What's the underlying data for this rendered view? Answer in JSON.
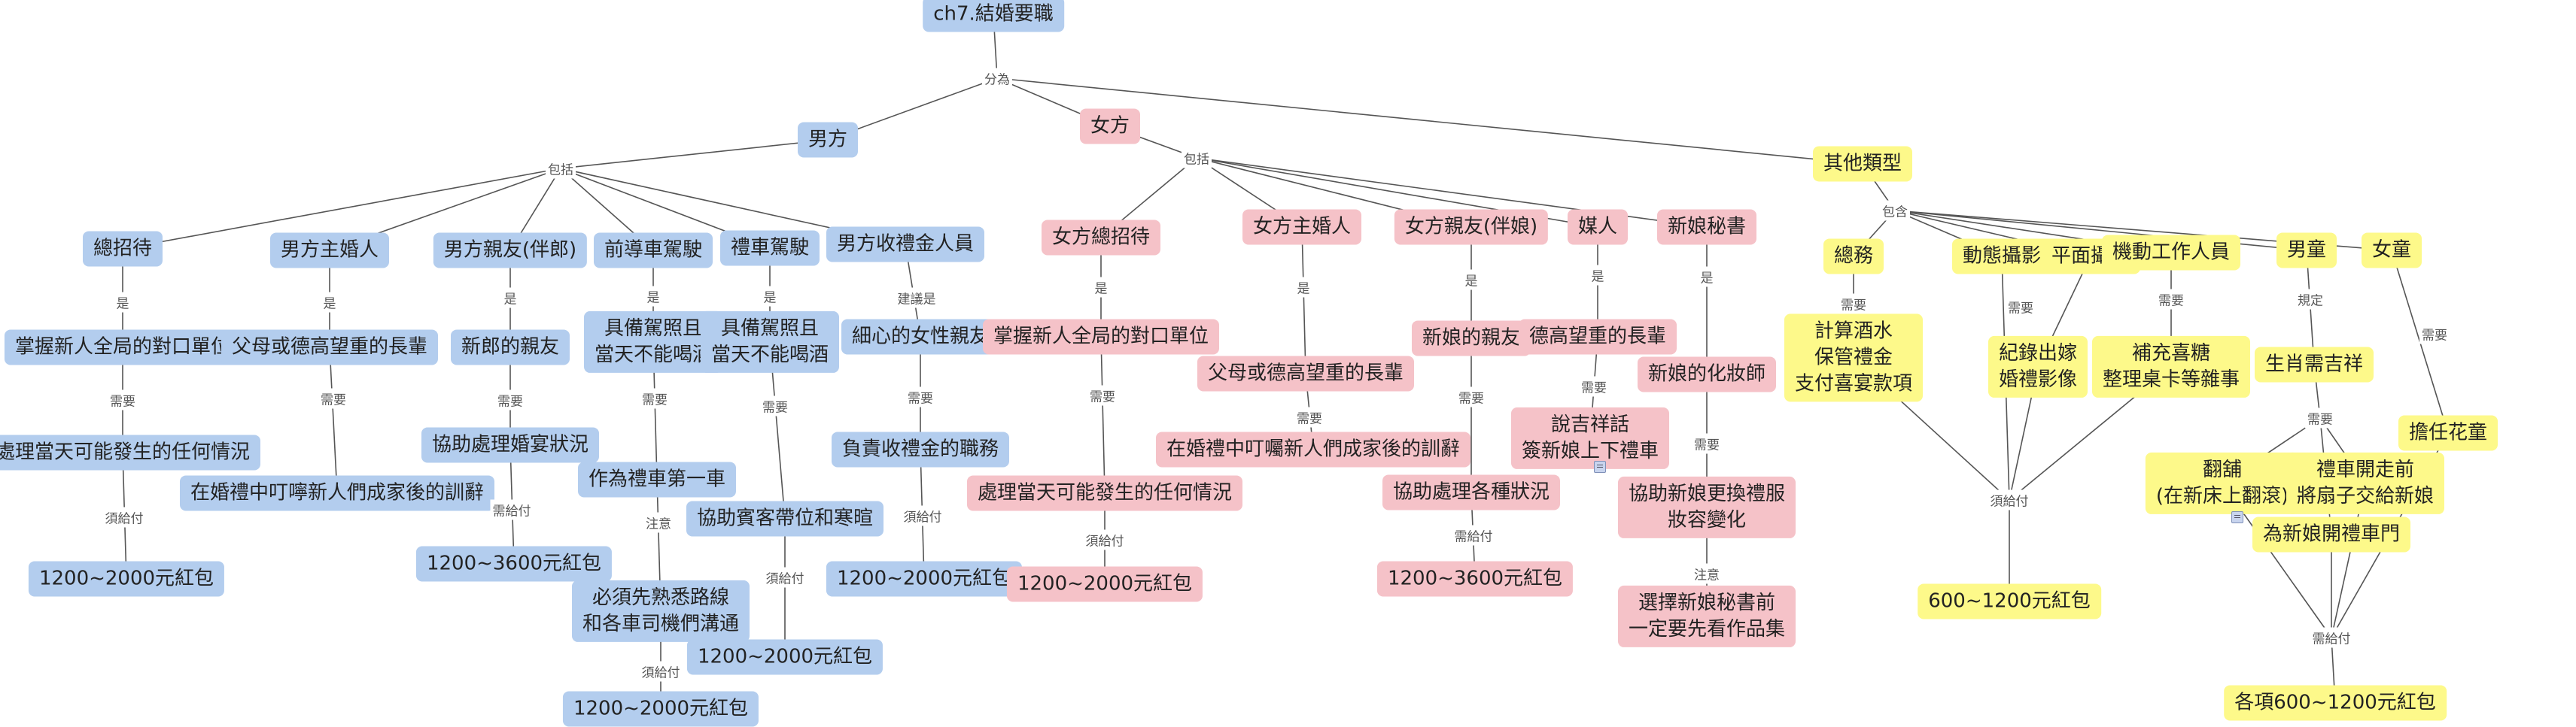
{
  "root": "ch7.結婚要職",
  "labels": {
    "divide": "分為",
    "include": "包括",
    "include2": "包含",
    "is": "是",
    "need": "需要",
    "must_pay": "須給付",
    "need_pay": "需給付",
    "note": "注意",
    "suggest_is": "建議是",
    "rule": "規定"
  },
  "groom": {
    "title": "男方",
    "roles": {
      "host": {
        "name": "總招待",
        "desc": "掌握新人全局的對口單位",
        "need": "處理當天可能發生的任何情況",
        "pay": "1200~2000元紅包"
      },
      "elder": {
        "name": "男方主婚人",
        "desc": "父母或德高望重的長輩",
        "need": "在婚禮中叮嚀新人們成家後的訓辭"
      },
      "bestman": {
        "name": "男方親友(伴郎)",
        "desc": "新郎的親友",
        "need": "協助處理婚宴狀況",
        "pay": "1200~3600元紅包"
      },
      "lead_driver": {
        "name": "前導車駕駛",
        "desc1": "具備駕照且",
        "desc2": "當天不能喝酒",
        "need": "作為禮車第一車",
        "note1": "必須先熟悉路線",
        "note2": "和各車司機們溝通",
        "pay": "1200~2000元紅包"
      },
      "car_driver": {
        "name": "禮車駕駛",
        "desc1": "具備駕照且",
        "desc2": "當天不能喝酒",
        "need": "協助賓客帶位和寒暄",
        "pay": "1200~2000元紅包"
      },
      "cashier": {
        "name": "男方收禮金人員",
        "desc": "細心的女性親友",
        "need": "負責收禮金的職務",
        "pay": "1200~2000元紅包"
      }
    }
  },
  "bride": {
    "title": "女方",
    "roles": {
      "host": {
        "name": "女方總招待",
        "desc": "掌握新人全局的對口單位",
        "need": "處理當天可能發生的任何情況",
        "pay": "1200~2000元紅包"
      },
      "elder": {
        "name": "女方主婚人",
        "desc": "父母或德高望重的長輩",
        "need": "在婚禮中叮囑新人們成家後的訓辭"
      },
      "bridesmaid": {
        "name": "女方親友(伴娘)",
        "desc": "新娘的親友",
        "need": "協助處理各種狀況",
        "pay": "1200~3600元紅包"
      },
      "matchmaker": {
        "name": "媒人",
        "desc": "德高望重的長輩",
        "need1": "說吉祥話",
        "need2": "簽新娘上下禮車"
      },
      "stylist": {
        "name": "新娘秘書",
        "desc": "新娘的化妝師",
        "need1": "協助新娘更換禮服",
        "need2": "妝容變化",
        "note1": "選擇新娘秘書前",
        "note2": "一定要先看作品集"
      }
    }
  },
  "other": {
    "title": "其他類型",
    "roles": {
      "affairs": {
        "name": "總務",
        "need1": "計算酒水",
        "need2": "保管禮金",
        "need3": "支付喜宴款項"
      },
      "video": {
        "name": "動態攝影"
      },
      "photo": {
        "name": "平面攝影",
        "need1": "紀錄出嫁",
        "need2": "婚禮影像"
      },
      "mobile": {
        "name": "機動工作人員",
        "need1": "補充喜糖",
        "need2": "整理桌卡等雜事"
      },
      "pay": "600~1200元紅包",
      "pageboy": {
        "name": "男童",
        "rule": "生肖需吉祥",
        "task1a": "翻舖",
        "task1b": "(在新床上翻滾)",
        "task2a": "禮車開走前",
        "task2b": "將扇子交給新娘",
        "task3": "為新娘開禮車門"
      },
      "flowergirl": {
        "name": "女童",
        "task": "擔任花童"
      },
      "kids_pay": "各項600~1200元紅包"
    }
  },
  "colors": {
    "groom": "#b3cdee",
    "bride": "#f5c2c8",
    "other": "#fdf98a",
    "line": "#555555"
  }
}
